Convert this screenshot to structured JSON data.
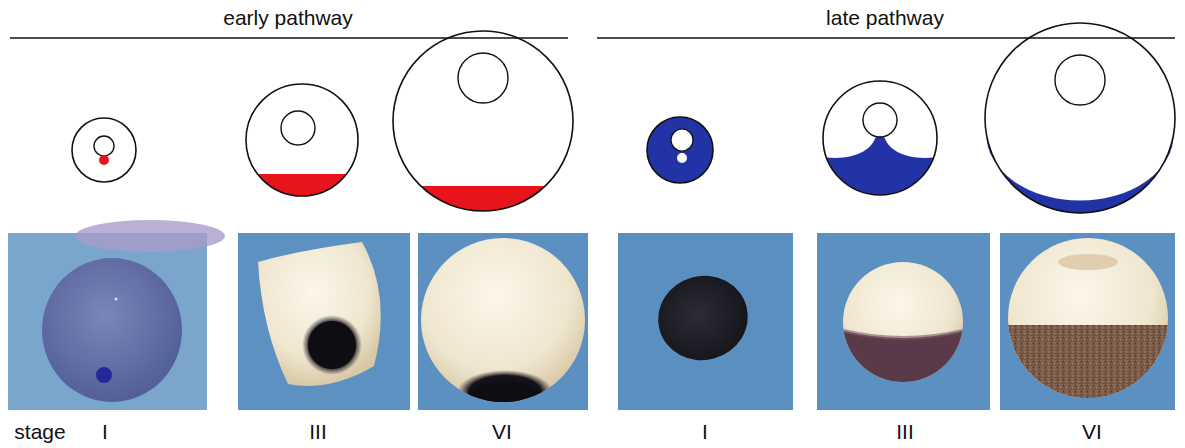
{
  "diagram": {
    "labels": [
      "early pathway",
      "late pathway",
      "stage",
      "I",
      "III",
      "VI",
      "I",
      "III",
      "VI"
    ]
  }
}
